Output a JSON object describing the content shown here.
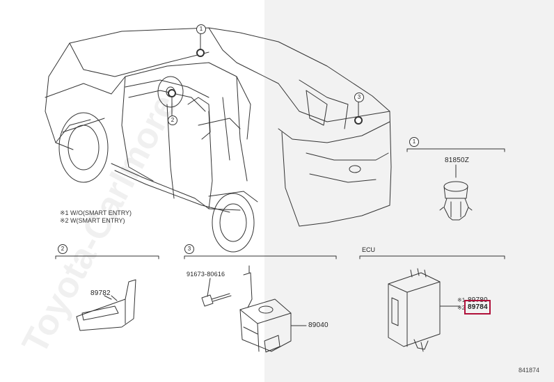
{
  "callouts": {
    "c1": "1",
    "c2": "2",
    "c3": "3",
    "box1": "1",
    "box2": "2",
    "box3": "3"
  },
  "notes": {
    "n1": "※1 W/O(SMART ENTRY)",
    "n2": "※2 W(SMART ENTRY)"
  },
  "parts": {
    "p81850z": "81850Z",
    "p89782": "89782",
    "p91673": "91673-80616",
    "p89040": "89040",
    "ecu_title": "ECU",
    "p89780": "89780",
    "p89784": "89784",
    "mark1": "※1",
    "mark2": "※2"
  },
  "footer": {
    "code": "841874"
  },
  "watermark": "Toyota-Carlmore",
  "highlight_color": "#b0103a"
}
